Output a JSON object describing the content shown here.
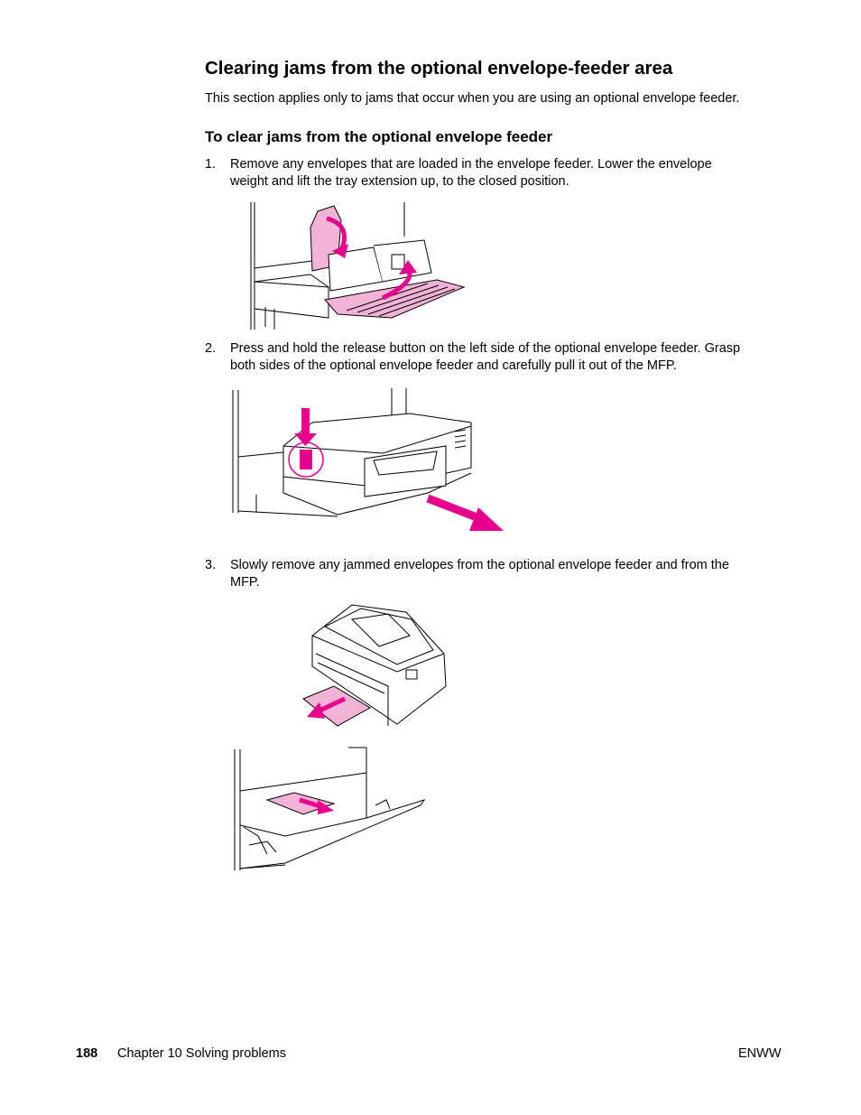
{
  "section": {
    "title": "Clearing jams from the optional envelope-feeder area",
    "intro": "This section applies only to jams that occur when you are using an optional envelope feeder."
  },
  "procedure": {
    "title": "To clear jams from the optional envelope feeder",
    "steps": [
      {
        "num": "1.",
        "lines": [
          "Remove any envelopes that are loaded in the envelope feeder. Lower the envelope",
          "weight and lift the tray extension up, to the closed position."
        ]
      },
      {
        "num": "2.",
        "lines": [
          "Press and hold the release button on the left side of the optional envelope feeder. Grasp",
          "both sides of the optional envelope feeder and carefully pull it out of the MFP."
        ]
      },
      {
        "num": "3.",
        "lines": [
          "Slowly remove any jammed envelopes from the optional envelope feeder and from the",
          "MFP."
        ]
      }
    ]
  },
  "colors": {
    "accent": "#e6008c",
    "pink_fill": "#f2b3d6"
  },
  "footer": {
    "page_number": "188",
    "chapter": "Chapter 10  Solving problems",
    "doc_code": "ENWW"
  }
}
